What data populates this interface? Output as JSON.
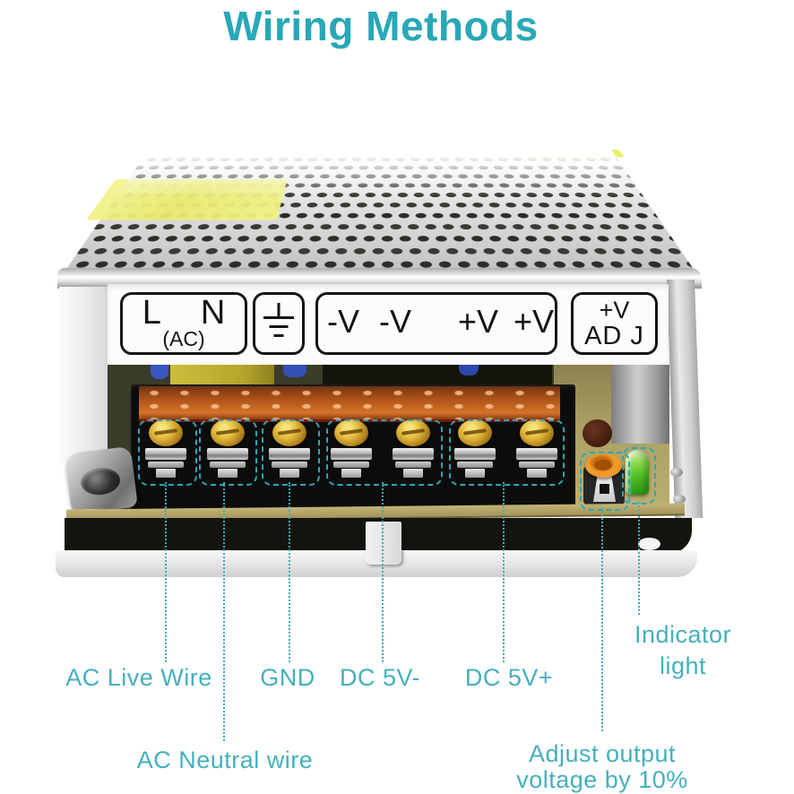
{
  "title": "Wiring Methods",
  "psu": {
    "panel": {
      "ac_box": {
        "l": "L",
        "n": "N",
        "sub": "(AC)"
      },
      "ground_box": {
        "icon": "earth-ground-icon"
      },
      "dc_box": {
        "t1": "-V",
        "t2": "-V",
        "t3": "+V",
        "t4": "+V"
      },
      "adj_box": {
        "line1": "+V",
        "line2": "AD J"
      }
    },
    "terminal_count": 7
  },
  "callouts": {
    "ac_live": "AC Live Wire",
    "ac_neutral": "AC Neutral wire",
    "gnd": "GND",
    "dc_minus": "DC 5V-",
    "dc_plus": "DC 5V+",
    "indicator_line1": "Indicator",
    "indicator_line2": "light",
    "adjust_line1": "Adjust output",
    "adjust_line2": "voltage by 10%"
  },
  "colors": {
    "title_teal": "#29a8b7",
    "callout_teal": "#45b0bd",
    "leader_teal": "#3facb9",
    "case_silver": "#d9d9d9",
    "terminal_gold": "#d9ab2e",
    "copper_strip": "#b5551c",
    "pcb_olive": "#ab9f63",
    "led_green": "#58c229",
    "pot_orange": "#ef9428",
    "sticker_yellow": "#eef07e"
  }
}
